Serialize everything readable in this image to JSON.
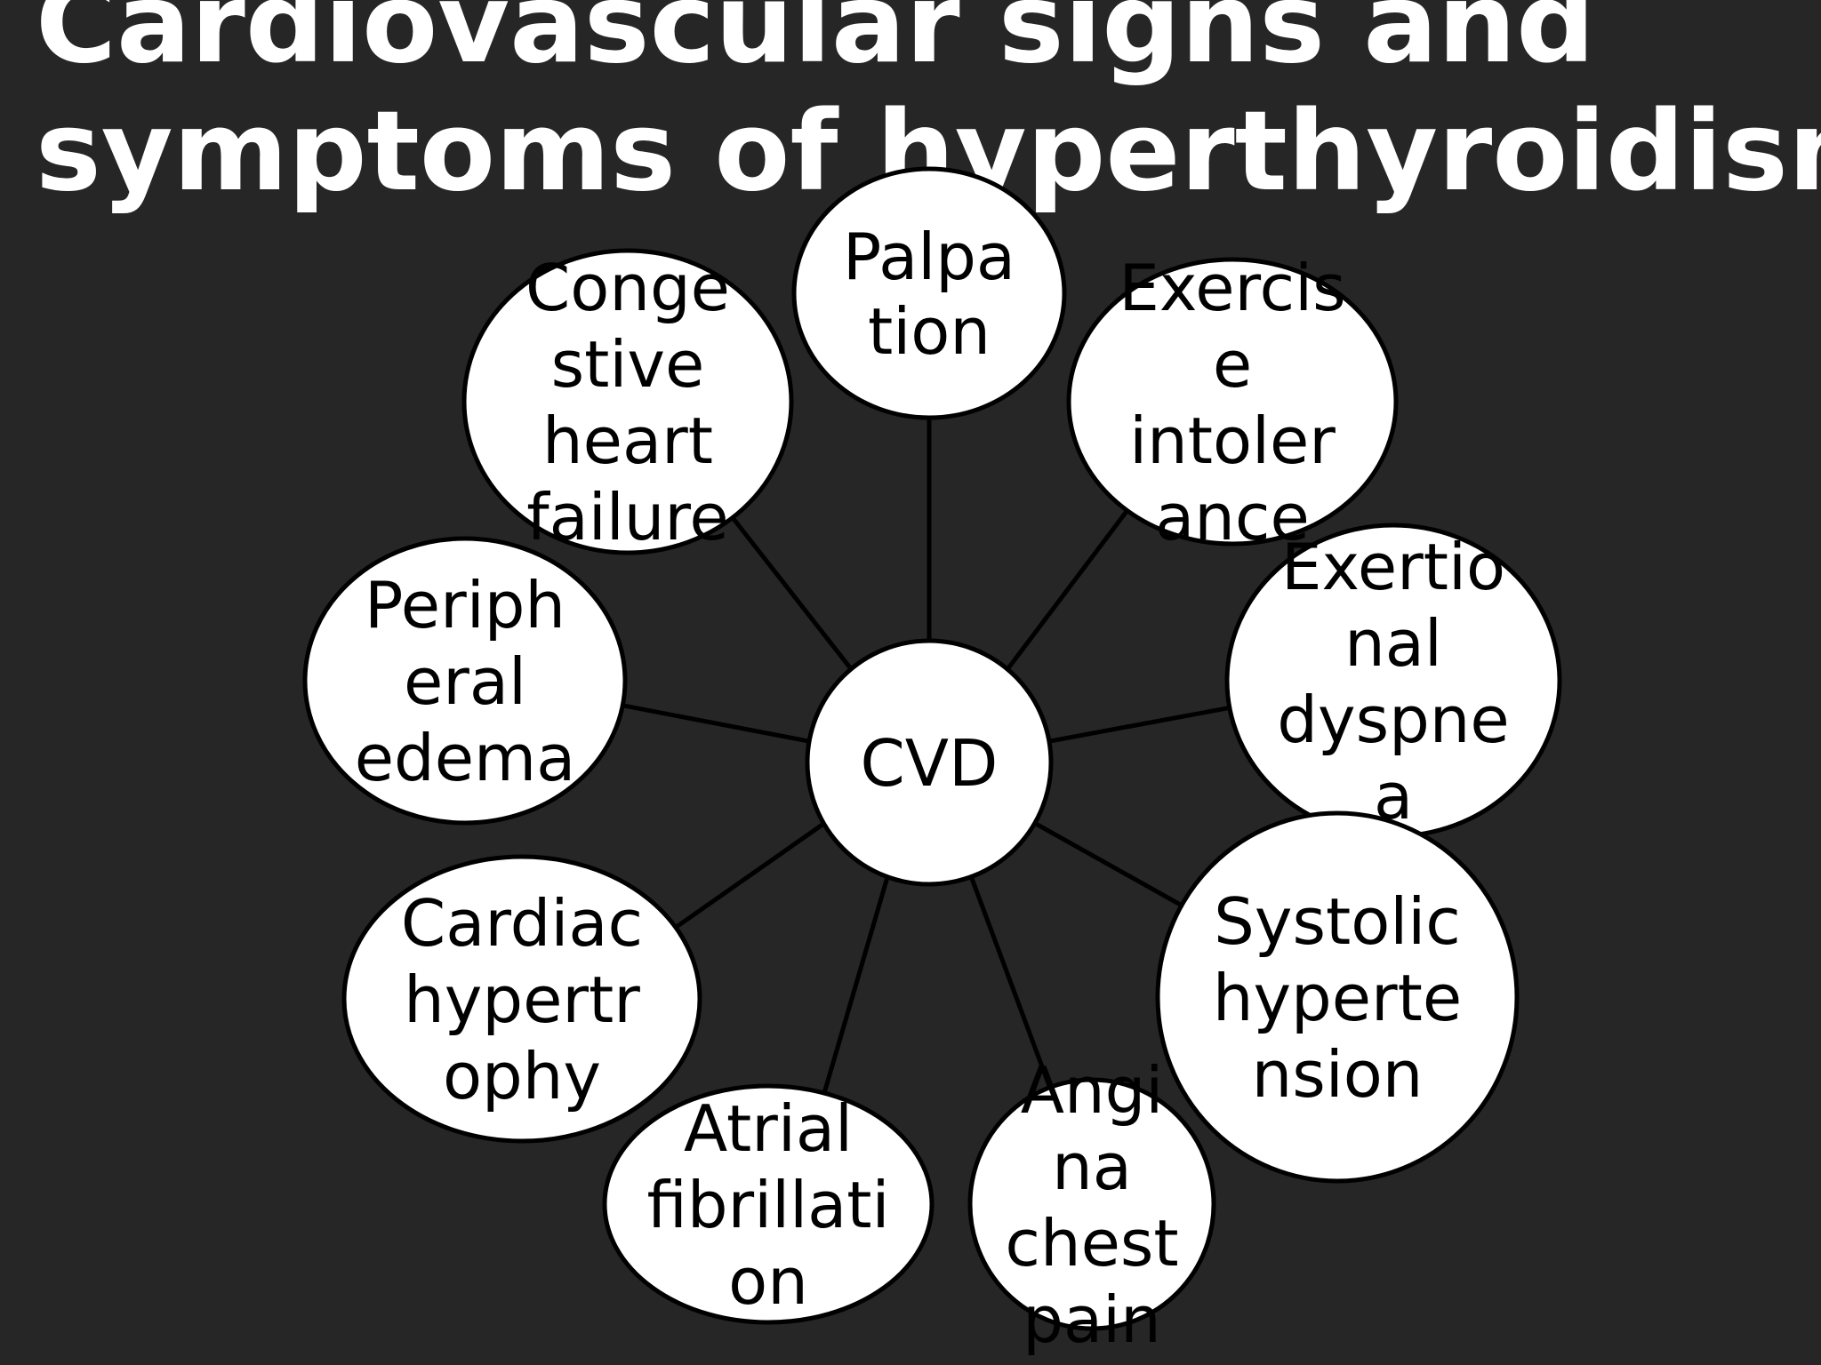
{
  "slide": {
    "title_lines": [
      "Cardiovascular signs and",
      "symptoms of hyperthyroidism"
    ],
    "background_color": "#262626",
    "title_color": "#ffffff"
  },
  "diagram": {
    "node_fill": "#ffffff",
    "node_stroke": "#000000",
    "line_color": "#000000",
    "center": {
      "id": "cvd",
      "lines": [
        "CVD"
      ]
    },
    "nodes": [
      {
        "id": "palpation",
        "lines": [
          "Palpa",
          "tion"
        ]
      },
      {
        "id": "exercise-intolerance",
        "lines": [
          "Exercis",
          "e",
          "intoler",
          "ance"
        ]
      },
      {
        "id": "exertional-dyspnea",
        "lines": [
          "Exertio",
          "nal",
          "dyspne",
          "a"
        ]
      },
      {
        "id": "systolic-hypertension",
        "lines": [
          "Systolic",
          "hyperte",
          "nsion"
        ]
      },
      {
        "id": "angina-chest-pain",
        "lines": [
          "Angi",
          "na",
          "chest",
          "pain"
        ]
      },
      {
        "id": "atrial-fibrillation",
        "lines": [
          "Atrial",
          "fibrillati",
          "on"
        ]
      },
      {
        "id": "cardiac-hypertrophy",
        "lines": [
          "Cardiac",
          "hypertr",
          "ophy"
        ]
      },
      {
        "id": "peripheral-edema",
        "lines": [
          "Periph",
          "eral",
          "edema"
        ]
      },
      {
        "id": "congestive-heart-failure",
        "lines": [
          "Conge",
          "stive",
          "heart",
          "failure"
        ]
      }
    ]
  }
}
